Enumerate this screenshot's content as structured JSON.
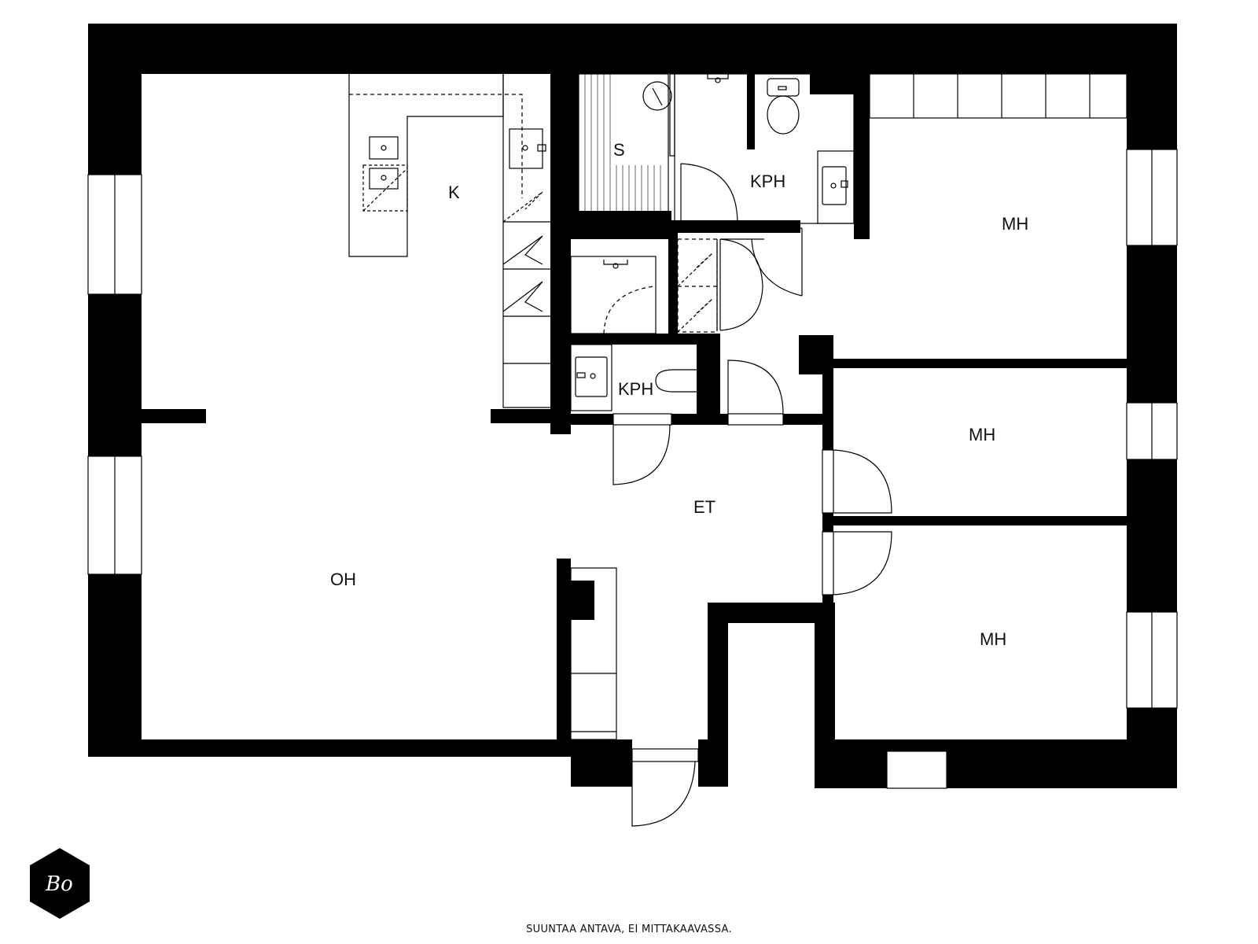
{
  "rooms": {
    "oh": "OH",
    "k": "K",
    "s": "S",
    "kph_upper": "KPH",
    "kph_lower": "KPH",
    "mh_top": "MH",
    "mh_middle": "MH",
    "mh_bottom": "MH",
    "et": "ET"
  },
  "footer": {
    "note": "SUUNTAA ANTAVA, EI MITTAKAAVASSA."
  },
  "logo": {
    "text": "Bo"
  },
  "colors": {
    "wall": "#000000",
    "background": "#ffffff",
    "line": "#000000"
  }
}
